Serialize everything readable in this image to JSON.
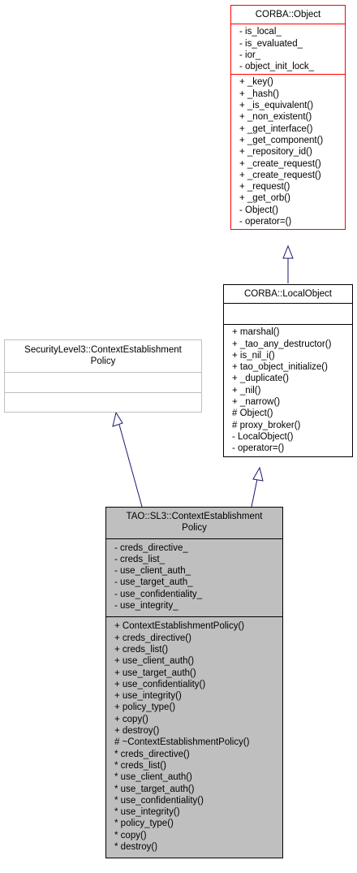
{
  "classes": {
    "corba_object": {
      "title": [
        "CORBA::Object"
      ],
      "attributes": [
        "- is_local_",
        "- is_evaluated_",
        "- ior_",
        "- object_init_lock_"
      ],
      "methods": [
        "+ _key()",
        "+ _hash()",
        "+ _is_equivalent()",
        "+ _non_existent()",
        "+ _get_interface()",
        "+ _get_component()",
        "+ _repository_id()",
        "+ _create_request()",
        "+ _create_request()",
        "+ _request()",
        "+ _get_orb()",
        "- Object()",
        "- operator=()"
      ]
    },
    "corba_localobject": {
      "title": [
        "CORBA::LocalObject"
      ],
      "attributes": [],
      "methods": [
        "+ marshal()",
        "+ _tao_any_destructor()",
        "+ is_nil_i()",
        "+ tao_object_initialize()",
        "+ _duplicate()",
        "+ _nil()",
        "+ _narrow()",
        "# Object()",
        "# proxy_broker()",
        "- LocalObject()",
        "- operator=()"
      ]
    },
    "sl3_policy": {
      "title": [
        "SecurityLevel3::ContextEstablishment",
        "Policy"
      ],
      "attributes": [],
      "methods": []
    },
    "tao_policy": {
      "title": [
        "TAO::SL3::ContextEstablishment",
        "Policy"
      ],
      "attributes": [
        "- creds_directive_",
        "- creds_list_",
        "- use_client_auth_",
        "- use_target_auth_",
        "- use_confidentiality_",
        "- use_integrity_"
      ],
      "methods": [
        "+ ContextEstablishmentPolicy()",
        "+ creds_directive()",
        "+ creds_list()",
        "+ use_client_auth()",
        "+ use_target_auth()",
        "+ use_confidentiality()",
        "+ use_integrity()",
        "+ policy_type()",
        "+ copy()",
        "+ destroy()",
        "# ~ContextEstablishmentPolicy()",
        "* creds_directive()",
        "* creds_list()",
        "* use_client_auth()",
        "* use_target_auth()",
        "* use_confidentiality()",
        "* use_integrity()",
        "* policy_type()",
        "* copy()",
        "* destroy()"
      ]
    }
  },
  "colors": {
    "edge": "#191970",
    "highlight_fill": "#bfbfbf",
    "border_red": "#ff0000",
    "border_gray": "#bfbfbf"
  }
}
